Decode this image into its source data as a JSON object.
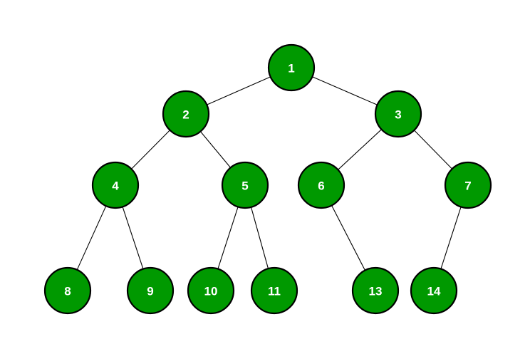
{
  "diagram": {
    "type": "binary-tree",
    "colors": {
      "node_fill": "#009900",
      "node_border": "#000000",
      "label": "#ffffff",
      "edge": "#000000",
      "background": "#ffffff"
    },
    "nodes": [
      {
        "id": "1",
        "label": "1"
      },
      {
        "id": "2",
        "label": "2"
      },
      {
        "id": "3",
        "label": "3"
      },
      {
        "id": "4",
        "label": "4"
      },
      {
        "id": "5",
        "label": "5"
      },
      {
        "id": "6",
        "label": "6"
      },
      {
        "id": "7",
        "label": "7"
      },
      {
        "id": "8",
        "label": "8"
      },
      {
        "id": "9",
        "label": "9"
      },
      {
        "id": "10",
        "label": "10"
      },
      {
        "id": "11",
        "label": "11"
      },
      {
        "id": "13",
        "label": "13"
      },
      {
        "id": "14",
        "label": "14"
      }
    ],
    "edges": [
      {
        "from": "1",
        "to": "2"
      },
      {
        "from": "1",
        "to": "3"
      },
      {
        "from": "2",
        "to": "4"
      },
      {
        "from": "2",
        "to": "5"
      },
      {
        "from": "3",
        "to": "6"
      },
      {
        "from": "3",
        "to": "7"
      },
      {
        "from": "4",
        "to": "8"
      },
      {
        "from": "4",
        "to": "9"
      },
      {
        "from": "5",
        "to": "10"
      },
      {
        "from": "5",
        "to": "11"
      },
      {
        "from": "6",
        "to": "13"
      },
      {
        "from": "7",
        "to": "14"
      }
    ]
  }
}
